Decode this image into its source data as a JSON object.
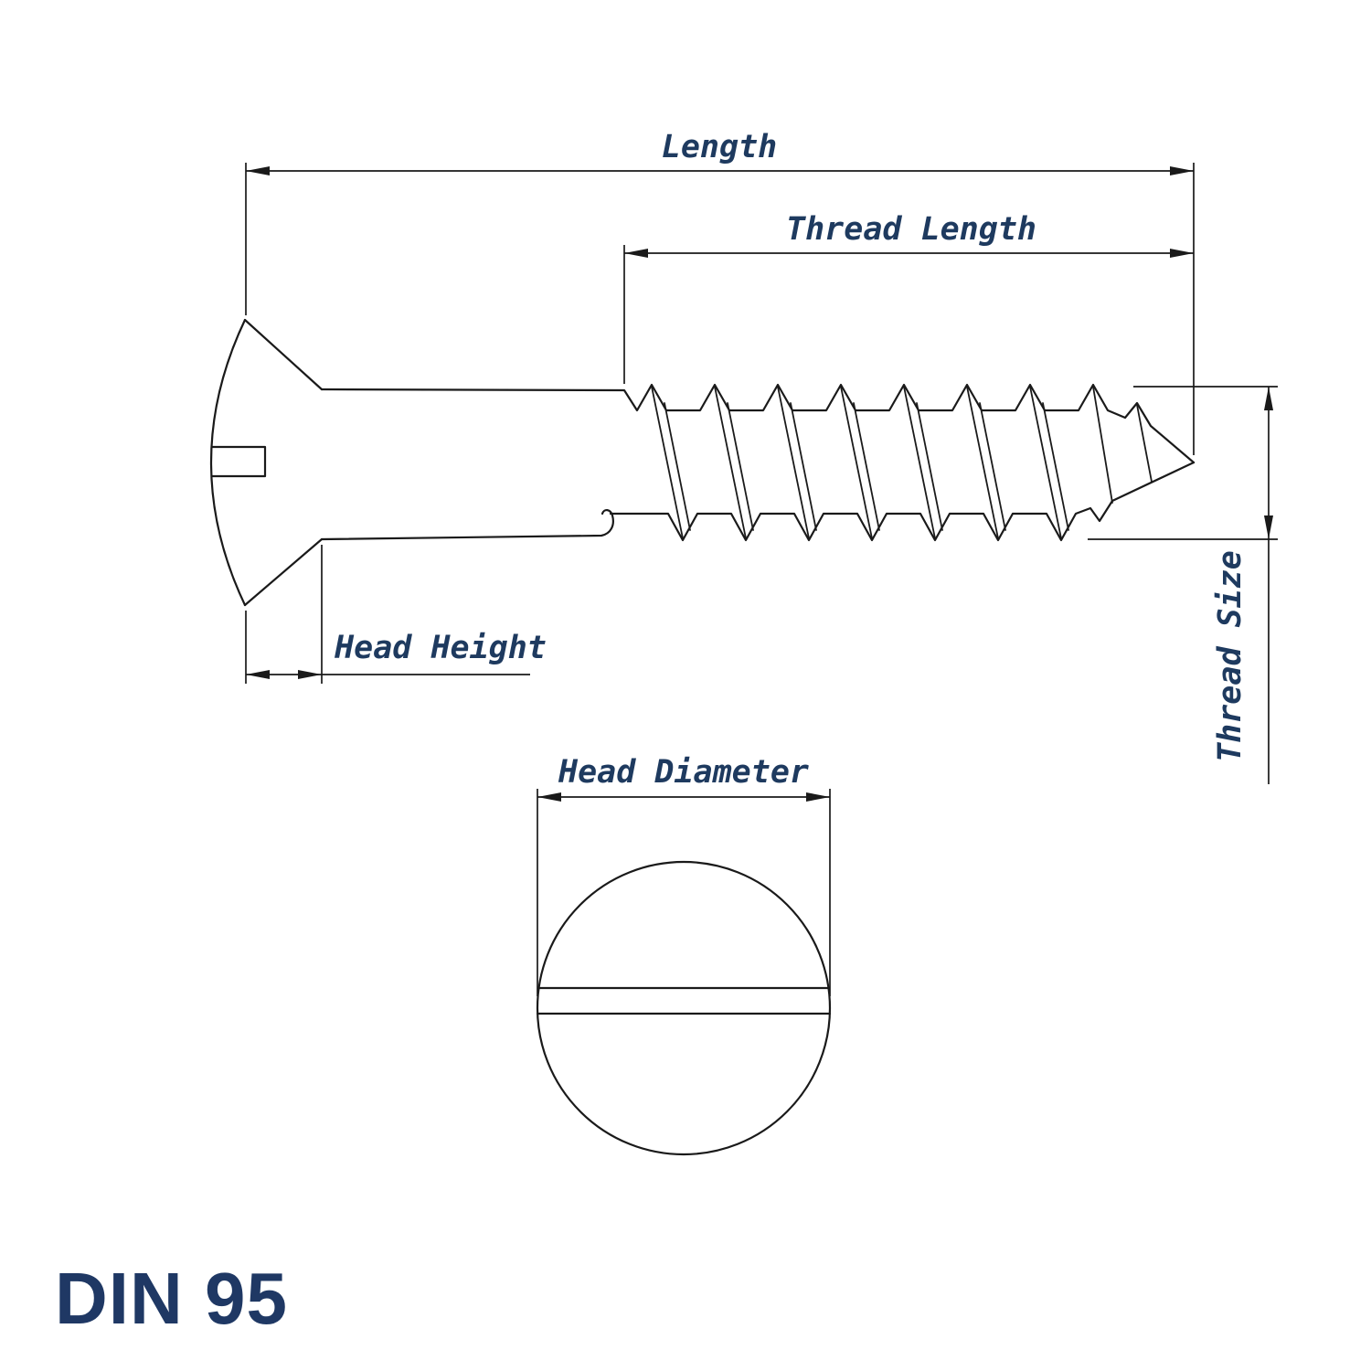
{
  "title": "DIN 95",
  "labels": {
    "length": "Length",
    "thread_length": "Thread Length",
    "head_height": "Head Height",
    "thread_size": "Thread Size",
    "head_diameter": "Head Diameter"
  },
  "views": {
    "side_view": "slotted raised countersunk oval head wood screw - side view",
    "top_view": "screw head with slot - plan view"
  },
  "colors": {
    "line": "#1a1a1a",
    "label": "#1e3a5f",
    "title": "#1f3864"
  }
}
